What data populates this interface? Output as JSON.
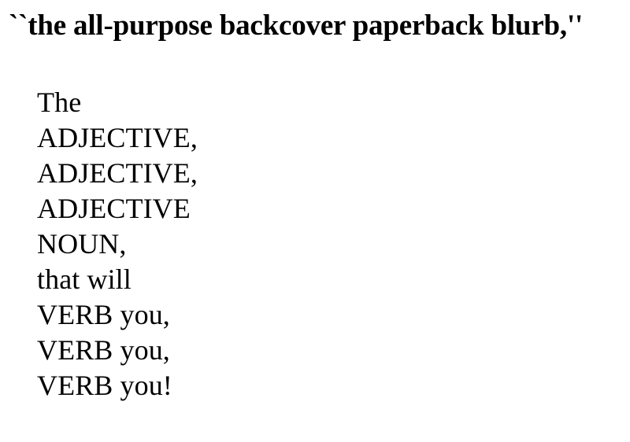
{
  "document": {
    "background_color": "#ffffff",
    "text_color": "#000000",
    "headline": "``the all-purpose backcover paperback blurb,''",
    "blurb_lines": [
      "The",
      "ADJECTIVE,",
      "ADJECTIVE,",
      "ADJECTIVE",
      "NOUN,",
      "that will",
      "VERB you,",
      "VERB you,",
      "VERB you!"
    ]
  }
}
